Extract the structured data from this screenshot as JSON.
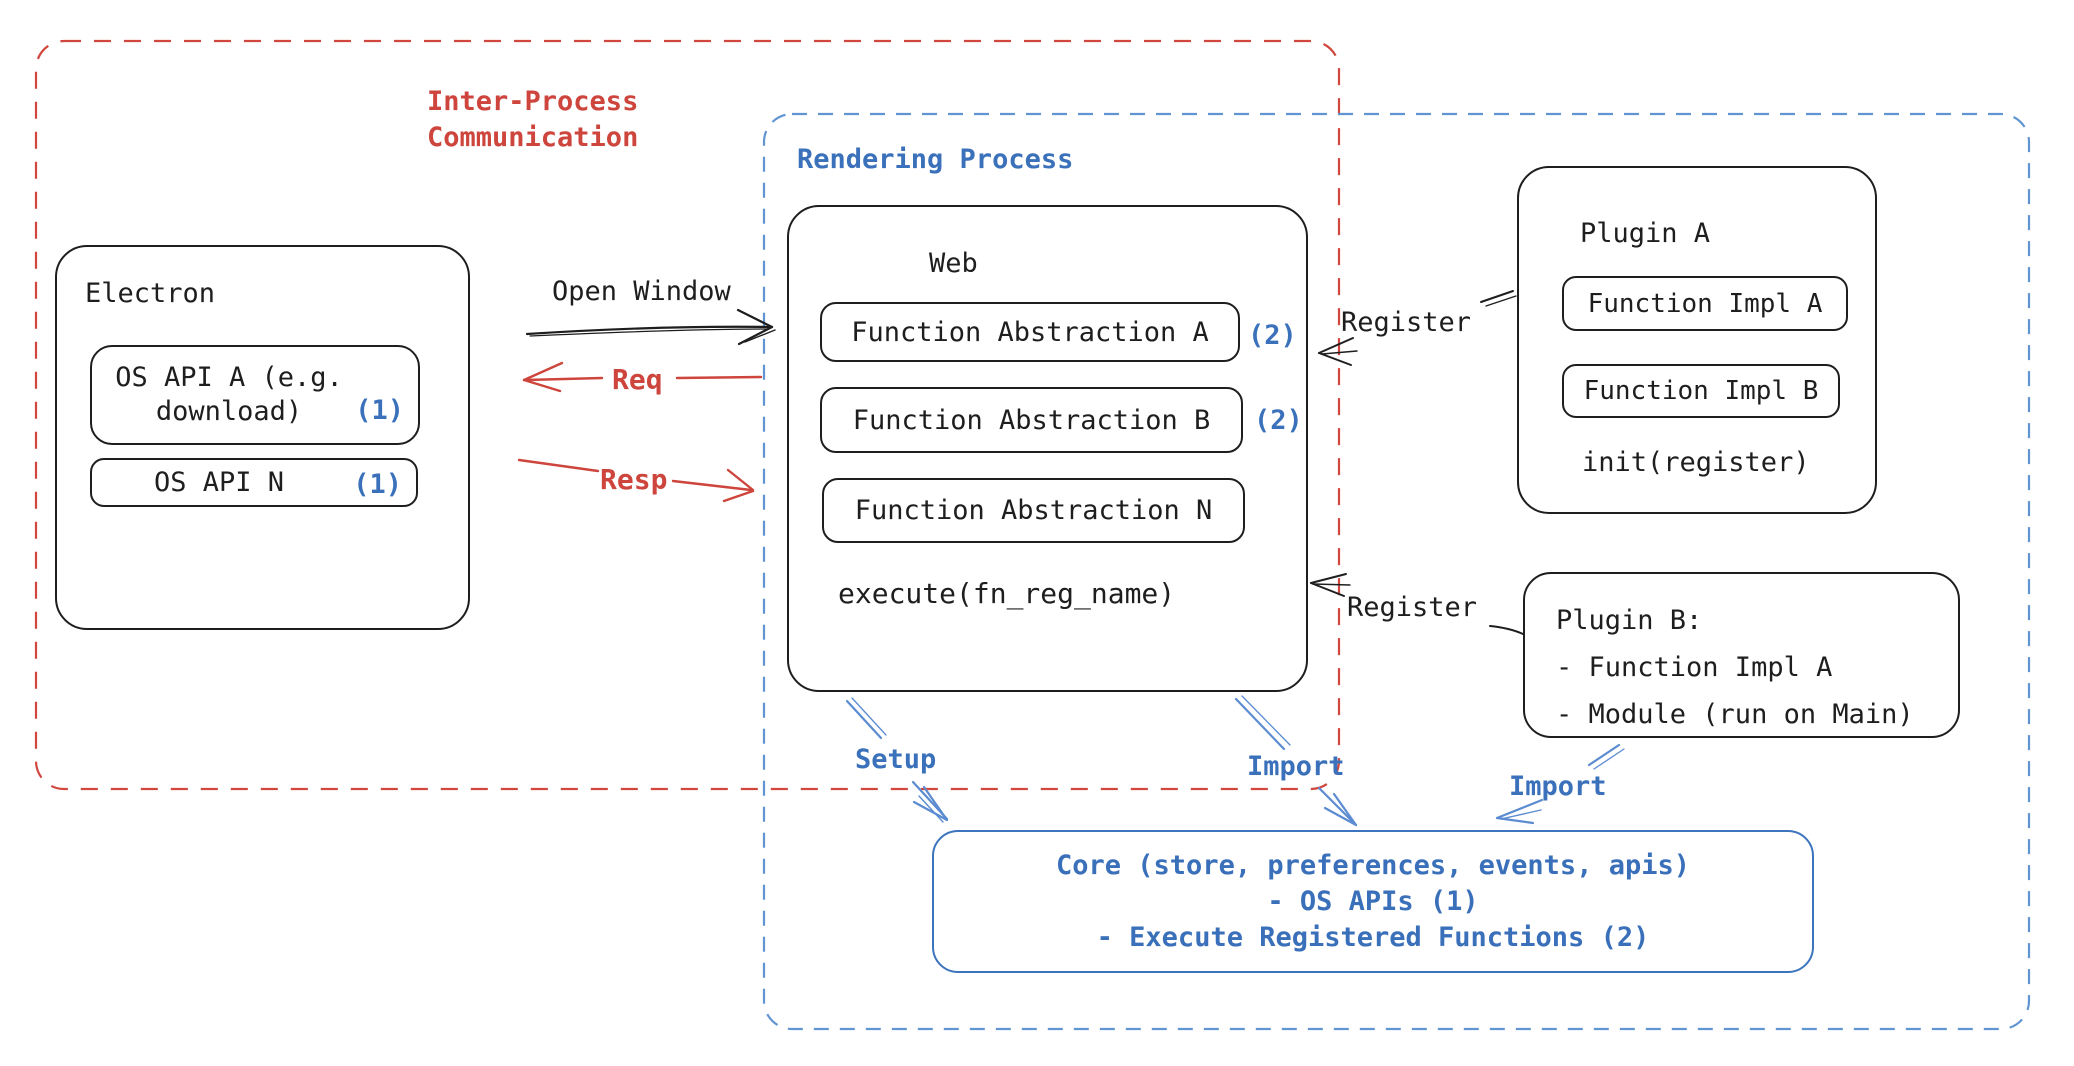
{
  "colors": {
    "black": "#1e1e1e",
    "red": "#cd453c",
    "blue": "#3a71ba",
    "blue_dash": "#6195d2",
    "red_dash": "#d1473e",
    "blue_arrow": "#5b8bd0"
  },
  "ipc_region": {
    "title_line1": "Inter-Process",
    "title_line2": "Communication"
  },
  "rendering_region": {
    "title": "Rendering Process"
  },
  "electron": {
    "title": "Electron",
    "os_api_a_line1": "OS API A (e.g.",
    "os_api_a_line2": "download)",
    "os_api_a_ref": "(1)",
    "os_api_n": "OS API N",
    "os_api_n_ref": "(1)"
  },
  "web": {
    "title": "Web",
    "fn_abstraction_a": "Function Abstraction A",
    "fn_abstraction_a_ref": "(2)",
    "fn_abstraction_b": "Function Abstraction B",
    "fn_abstraction_b_ref": "(2)",
    "fn_abstraction_n": "Function Abstraction N",
    "execute": "execute(fn_reg_name)"
  },
  "plugin_a": {
    "title": "Plugin A",
    "impl_a": "Function Impl A",
    "impl_b": "Function Impl B",
    "init": "init(register)"
  },
  "plugin_b": {
    "title": "Plugin B:",
    "item1": "- Function Impl A",
    "item2": "- Module (run on Main)"
  },
  "core": {
    "line1": "Core (store, preferences, events, apis)",
    "line2": "- OS APIs (1)",
    "line3": "- Execute Registered Functions (2)"
  },
  "arrows": {
    "open_window": "Open Window",
    "req": "Req",
    "resp": "Resp",
    "register_top": "Register",
    "register_bottom": "Register",
    "setup": "Setup",
    "import_web": "Import",
    "import_plugin": "Import"
  }
}
